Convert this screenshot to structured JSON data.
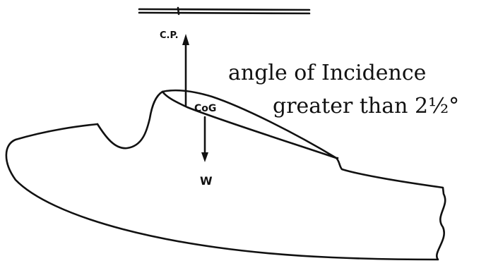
{
  "diagram": {
    "title_line1": "angle of Incidence",
    "title_line2": "greater than 2½°",
    "label_cp": "C.P.",
    "label_cog": "CoG",
    "label_w": "W"
  }
}
